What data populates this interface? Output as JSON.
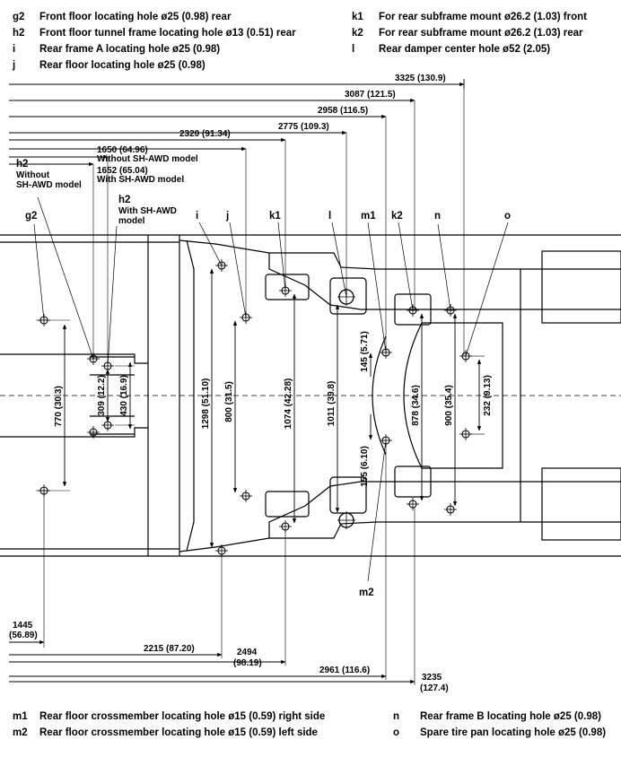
{
  "legend_top_left": [
    {
      "code": "g2",
      "text": "Front floor locating hole ø25 (0.98) rear"
    },
    {
      "code": "h2",
      "text": "Front floor tunnel frame locating hole ø13 (0.51) rear"
    },
    {
      "code": "i",
      "text": "Rear frame A locating hole ø25 (0.98)"
    },
    {
      "code": "j",
      "text": "Rear floor locating hole ø25 (0.98)"
    }
  ],
  "legend_top_right": [
    {
      "code": "k1",
      "text": "For rear subframe mount ø26.2 (1.03) front"
    },
    {
      "code": "k2",
      "text": "For rear subframe mount ø26.2 (1.03) rear"
    },
    {
      "code": "l",
      "text": "Rear damper center hole ø52 (2.05)"
    }
  ],
  "legend_bottom_left": [
    {
      "code": "m1",
      "text": "Rear floor crossmember locating hole ø15 (0.59) right side"
    },
    {
      "code": "m2",
      "text": "Rear floor crossmember locating hole ø15 (0.59) left side"
    }
  ],
  "legend_bottom_right": [
    {
      "code": "n",
      "text": "Rear frame B locating hole ø25 (0.98)"
    },
    {
      "code": "o",
      "text": "Spare tire pan locating hole ø25 (0.98)"
    }
  ],
  "dims_top": {
    "d3325": "3325 (130.9)",
    "d3087": "3087 (121.5)",
    "d2958": "2958 (116.5)",
    "d2775": "2775 (109.3)",
    "d2320": "2320 (91.34)",
    "d1650a": "1650 (64.96)",
    "d1650b": "Without SH-AWD model",
    "d1652a": "1652 (65.04)",
    "d1652b": "With SH-AWD model"
  },
  "dims_bottom": {
    "d1445a": "1445",
    "d1445b": "(56.89)",
    "d2215": "2215 (87.20)",
    "d2494a": "2494",
    "d2494b": "(98.19)",
    "d2961": "2961 (116.6)",
    "d3235a": "3235",
    "d3235b": "(127.4)"
  },
  "dims_vertical": {
    "v770": "770 (30.3)",
    "v309": "309 (12.2)",
    "v430": "430 (16.9)",
    "v1298": "1298 (51.10)",
    "v800": "800 (31.5)",
    "v1074": "1074 (42.28)",
    "v1011": "1011 (39.8)",
    "v145": "145 (5.71)",
    "v155": "155 (6.10)",
    "v878": "878 (34.6)",
    "v900": "900 (35.4)",
    "v232": "232 (9.13)"
  },
  "point_labels": {
    "h2a": "h2",
    "h2a_l1": "Without",
    "h2a_l2": "SH-AWD model",
    "h2b": "h2",
    "h2b_l1": "With SH-AWD",
    "h2b_l2": "model",
    "g2": "g2",
    "i": "i",
    "j": "j",
    "k1": "k1",
    "l": "l",
    "m1": "m1",
    "k2": "k2",
    "n": "n",
    "o": "o",
    "m2": "m2"
  }
}
